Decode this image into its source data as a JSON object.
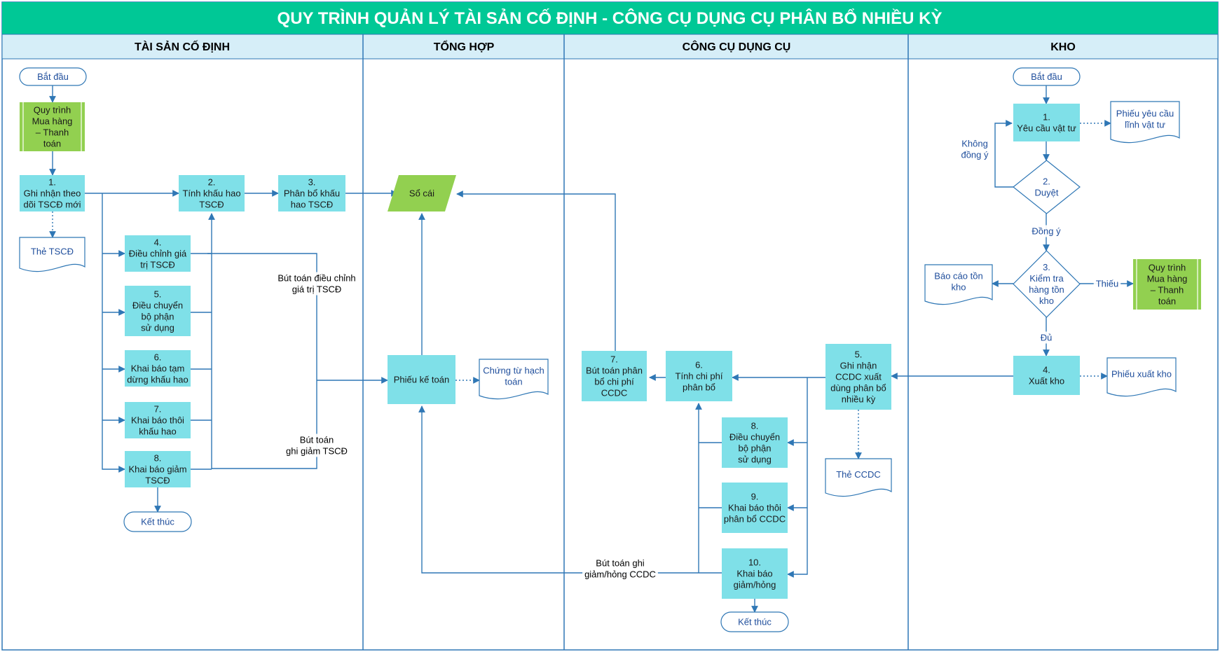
{
  "title": "QUY TRÌNH QUẢN LÝ TÀI SẢN CỐ ĐỊNH - CÔNG CỤ DỤNG CỤ PHÂN BỔ NHIỀU KỲ",
  "colors": {
    "title_bg": "#00c896",
    "lane_header_bg": "#d6eef8",
    "process_fill": "#7fe0e8",
    "ref_fill": "#92d050",
    "ledger_fill": "#92d050",
    "edge": "#2f77b5",
    "border": "#2f77b5"
  },
  "lanes": [
    {
      "id": "tscd",
      "label": "TÀI SẢN CỐ ĐỊNH"
    },
    {
      "id": "tonghop",
      "label": "TỔNG HỢP"
    },
    {
      "id": "ccdc",
      "label": "CÔNG CỤ DỤNG CỤ"
    },
    {
      "id": "kho",
      "label": "KHO"
    }
  ],
  "nodes": [
    {
      "id": "a_start",
      "kind": "terminal",
      "lines": [
        "Bắt đầu"
      ]
    },
    {
      "id": "a_ref",
      "kind": "ref",
      "lines": [
        "Quy trình",
        "Mua hàng",
        "– Thanh",
        "toán"
      ]
    },
    {
      "id": "a1",
      "kind": "process",
      "lines": [
        "1.",
        "Ghi nhận theo",
        "dõi TSCĐ mới"
      ]
    },
    {
      "id": "a_doc",
      "kind": "doc",
      "lines": [
        "Thẻ TSCĐ"
      ]
    },
    {
      "id": "a2",
      "kind": "process",
      "lines": [
        "2.",
        "Tính khấu hao",
        "TSCĐ"
      ]
    },
    {
      "id": "a3",
      "kind": "process",
      "lines": [
        "3.",
        "Phân bổ khấu",
        "hao TSCĐ"
      ]
    },
    {
      "id": "a4",
      "kind": "process",
      "lines": [
        "4.",
        "Điều chỉnh giá",
        "trị TSCĐ"
      ]
    },
    {
      "id": "a5",
      "kind": "process",
      "lines": [
        "5.",
        "Điều chuyển",
        "bộ phận",
        "sử dụng"
      ]
    },
    {
      "id": "a6",
      "kind": "process",
      "lines": [
        "6.",
        "Khai báo tạm",
        "dừng khấu hao"
      ]
    },
    {
      "id": "a7",
      "kind": "process",
      "lines": [
        "7.",
        "Khai báo thôi",
        "khấu hao"
      ]
    },
    {
      "id": "a8",
      "kind": "process",
      "lines": [
        "8.",
        "Khai báo giảm",
        "TSCĐ"
      ]
    },
    {
      "id": "a_end",
      "kind": "terminal",
      "lines": [
        "Kết thúc"
      ]
    },
    {
      "id": "so_cai",
      "kind": "ledger",
      "lines": [
        "Sổ cái"
      ]
    },
    {
      "id": "phieu_kt",
      "kind": "process",
      "lines": [
        "Phiếu kế toán"
      ]
    },
    {
      "id": "chung_tu",
      "kind": "doc",
      "lines": [
        "Chứng từ hạch",
        "toán"
      ]
    },
    {
      "id": "c7",
      "kind": "process",
      "lines": [
        "7.",
        "Bút toán phân",
        "bổ chi phí",
        "CCDC"
      ]
    },
    {
      "id": "c6",
      "kind": "process",
      "lines": [
        "6.",
        "Tính chi phí",
        "phân bổ"
      ]
    },
    {
      "id": "c5",
      "kind": "process",
      "lines": [
        "5.",
        "Ghi nhận",
        "CCDC xuất",
        "dùng phân bổ",
        "nhiều kỳ"
      ]
    },
    {
      "id": "c_doc",
      "kind": "doc",
      "lines": [
        "Thẻ CCDC"
      ]
    },
    {
      "id": "c8",
      "kind": "process",
      "lines": [
        "8.",
        "Điều chuyển",
        "bộ phận",
        "sử dụng"
      ]
    },
    {
      "id": "c9",
      "kind": "process",
      "lines": [
        "9.",
        "Khai báo thôi",
        "phân bổ CCDC"
      ]
    },
    {
      "id": "c10",
      "kind": "process",
      "lines": [
        "10.",
        "Khai báo",
        "giảm/hỏng"
      ]
    },
    {
      "id": "c_end",
      "kind": "terminal",
      "lines": [
        "Kết thúc"
      ]
    },
    {
      "id": "k_start",
      "kind": "terminal",
      "lines": [
        "Bắt đầu"
      ]
    },
    {
      "id": "k1",
      "kind": "process",
      "lines": [
        "1.",
        "Yêu cầu vật tư"
      ]
    },
    {
      "id": "k_doc1",
      "kind": "doc",
      "lines": [
        "Phiếu yêu cầu",
        "lĩnh vật tư"
      ]
    },
    {
      "id": "k2",
      "kind": "decision",
      "lines": [
        "2.",
        "Duyệt"
      ]
    },
    {
      "id": "k3",
      "kind": "decision",
      "lines": [
        "3.",
        "Kiểm tra",
        "hàng tồn",
        "kho"
      ]
    },
    {
      "id": "k_doc2",
      "kind": "doc",
      "lines": [
        "Báo cáo tồn",
        "kho"
      ]
    },
    {
      "id": "k_ref",
      "kind": "ref",
      "lines": [
        "Quy trình",
        "Mua hàng",
        "– Thanh",
        "toán"
      ]
    },
    {
      "id": "k4",
      "kind": "process",
      "lines": [
        "4.",
        "Xuất kho"
      ]
    },
    {
      "id": "k_doc3",
      "kind": "doc",
      "lines": [
        "Phiếu xuất kho"
      ]
    }
  ],
  "edge_labels": [
    {
      "id": "lbl_dieu_chinh",
      "lines": [
        "Bút toán điều chỉnh",
        "giá trị TSCĐ"
      ]
    },
    {
      "id": "lbl_ghi_giam",
      "lines": [
        "Bút toán",
        "ghi giảm TSCĐ"
      ]
    },
    {
      "id": "lbl_ccdc_giam",
      "lines": [
        "Bút toán ghi",
        "giảm/hỏng CCDC"
      ]
    },
    {
      "id": "lbl_khong",
      "lines": [
        "Không",
        "đồng ý"
      ]
    },
    {
      "id": "lbl_dong_y",
      "lines": [
        "Đồng ý"
      ]
    },
    {
      "id": "lbl_thieu",
      "lines": [
        "Thiếu"
      ]
    },
    {
      "id": "lbl_du",
      "lines": [
        "Đủ"
      ]
    }
  ]
}
